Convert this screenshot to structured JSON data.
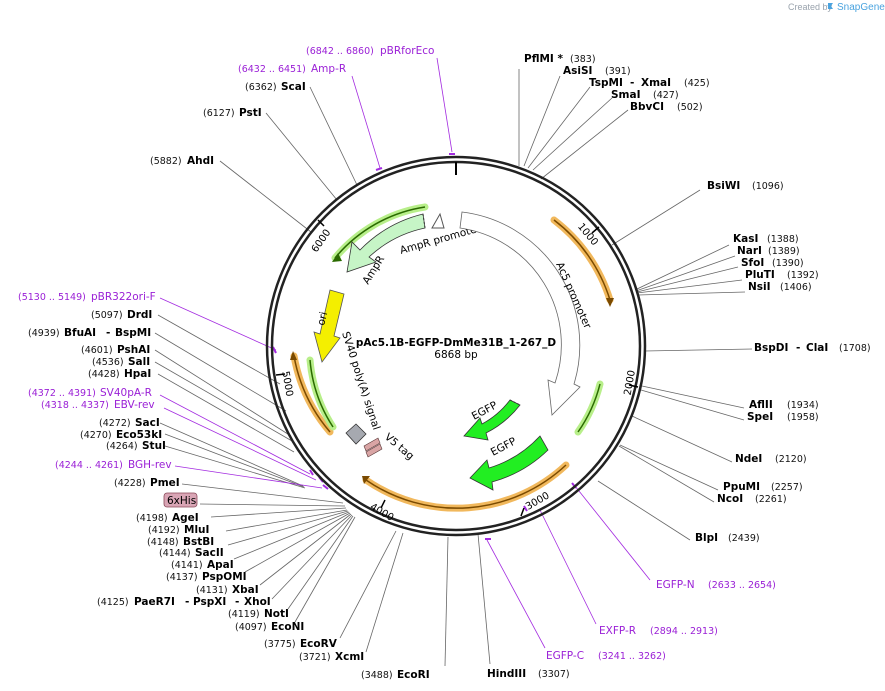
{
  "header": {
    "created_by": "Created by",
    "brand": "SnapGene"
  },
  "center": {
    "name": "pAc5.1B-EGFP-DmMe31B_1-267_D",
    "length": "6868 bp"
  },
  "ticks": [
    "1000",
    "2000",
    "3000",
    "4000",
    "5000",
    "6000"
  ],
  "features": {
    "ampr": "AmpR",
    "ampr_promoter": "AmpR promoter",
    "ac5_promoter": "Ac5 promoter",
    "ori": "ori",
    "sv40": "SV40 poly(A) signal",
    "v5": "V5 tag",
    "egfp1": "EGFP",
    "egfp2": "EGFP",
    "his": "6xHis"
  },
  "sites": [
    {
      "name": "PflMI *",
      "pos": "(383)"
    },
    {
      "name": "AsiSI",
      "pos": "(391)"
    },
    {
      "name": "TspMI",
      "name2": "XmaI",
      "pos": "(425)"
    },
    {
      "name": "SmaI",
      "pos": "(427)"
    },
    {
      "name": "BbvCI",
      "pos": "(502)"
    },
    {
      "name": "BsiWI",
      "pos": "(1096)"
    },
    {
      "name": "KasI",
      "pos": "(1388)"
    },
    {
      "name": "NarI",
      "pos": "(1389)"
    },
    {
      "name": "SfoI",
      "pos": "(1390)"
    },
    {
      "name": "PluTI",
      "pos": "(1392)"
    },
    {
      "name": "NsiI",
      "pos": "(1406)"
    },
    {
      "name": "BspDI",
      "name2": "ClaI",
      "pos": "(1708)"
    },
    {
      "name": "AflII",
      "pos": "(1934)"
    },
    {
      "name": "SpeI",
      "pos": "(1958)"
    },
    {
      "name": "NdeI",
      "pos": "(2120)"
    },
    {
      "name": "PpuMI",
      "pos": "(2257)"
    },
    {
      "name": "NcoI",
      "pos": "(2261)"
    },
    {
      "name": "BlpI",
      "pos": "(2439)"
    },
    {
      "name": "HindIII",
      "pos": "(3307)"
    },
    {
      "name": "EcoRI",
      "pos": "(3488)"
    },
    {
      "name": "XcmI",
      "pos": "(3721)"
    },
    {
      "name": "EcoRV",
      "pos": "(3775)"
    },
    {
      "name": "EcoNI",
      "pos": "(4097)"
    },
    {
      "name": "NotI",
      "pos": "(4119)"
    },
    {
      "name": "PaeR7I",
      "name2": "PspXI",
      "name3": "XhoI",
      "pos": "(4125)"
    },
    {
      "name": "XbaI",
      "pos": "(4131)"
    },
    {
      "name": "PspOMI",
      "pos": "(4137)"
    },
    {
      "name": "ApaI",
      "pos": "(4141)"
    },
    {
      "name": "SacII",
      "pos": "(4144)"
    },
    {
      "name": "BstBI",
      "pos": "(4148)"
    },
    {
      "name": "MluI",
      "pos": "(4192)"
    },
    {
      "name": "AgeI",
      "pos": "(4198)"
    },
    {
      "name": "PmeI",
      "pos": "(4228)"
    },
    {
      "name": "StuI",
      "pos": "(4264)"
    },
    {
      "name": "Eco53kI",
      "pos": "(4270)"
    },
    {
      "name": "SacI",
      "pos": "(4272)"
    },
    {
      "name": "HpaI",
      "pos": "(4428)"
    },
    {
      "name": "SalI",
      "pos": "(4536)"
    },
    {
      "name": "PshAI",
      "pos": "(4601)"
    },
    {
      "name": "BfuAI",
      "name2": "BspMI",
      "pos": "(4939)"
    },
    {
      "name": "DrdI",
      "pos": "(5097)"
    },
    {
      "name": "AhdI",
      "pos": "(5882)"
    },
    {
      "name": "PstI",
      "pos": "(6127)"
    },
    {
      "name": "ScaI",
      "pos": "(6362)"
    }
  ],
  "primers": [
    {
      "range": "(6842 .. 6860)",
      "name": "pBRforEco"
    },
    {
      "range": "(6432 .. 6451)",
      "name": "Amp-R"
    },
    {
      "range": "(5130 .. 5149)",
      "name": "pBR322ori-F"
    },
    {
      "range": "(4372 .. 4391)",
      "name": "SV40pA-R"
    },
    {
      "range": "(4318 .. 4337)",
      "name": "EBV-rev"
    },
    {
      "range": "(4244 .. 4261)",
      "name": "BGH-rev"
    },
    {
      "range": "(2633 .. 2654)",
      "name": "EGFP-N"
    },
    {
      "range": "(2894 .. 2913)",
      "name": "EXFP-R"
    },
    {
      "range": "(3241 .. 3262)",
      "name": "EGFP-C"
    }
  ]
}
